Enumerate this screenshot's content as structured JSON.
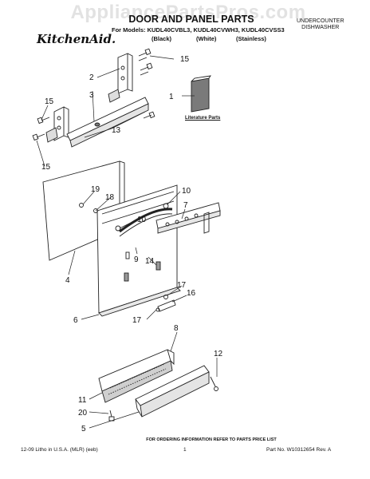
{
  "header": {
    "watermark": "AppliancePartsPros.com",
    "title": "DOOR AND PANEL PARTS",
    "models_line": "For Models: KUDL40CVBL3, KUDL40CVWH3, KUDL40CVSS3",
    "colors": [
      "(Black)",
      "(White)",
      "(Stainless)"
    ],
    "brand": "KitchenAid.",
    "category_line1": "UNDERCOUNTER",
    "category_line2": "DISHWASHER"
  },
  "diagram": {
    "literature_label": "Literature Parts",
    "callouts": [
      "15",
      "2",
      "1",
      "15",
      "3",
      "13",
      "15",
      "19",
      "18",
      "10",
      "7",
      "10",
      "4",
      "9",
      "14",
      "17",
      "16",
      "6",
      "17",
      "8",
      "12",
      "11",
      "20",
      "5"
    ]
  },
  "footer": {
    "ordering_note": "FOR ORDERING INFORMATION REFER TO PARTS PRICE LIST",
    "litho": "12-09 Litho in U.S.A. (MLR) (eeb)",
    "page_number": "1",
    "part_number": "Part No. W10312654 Rev. A"
  }
}
